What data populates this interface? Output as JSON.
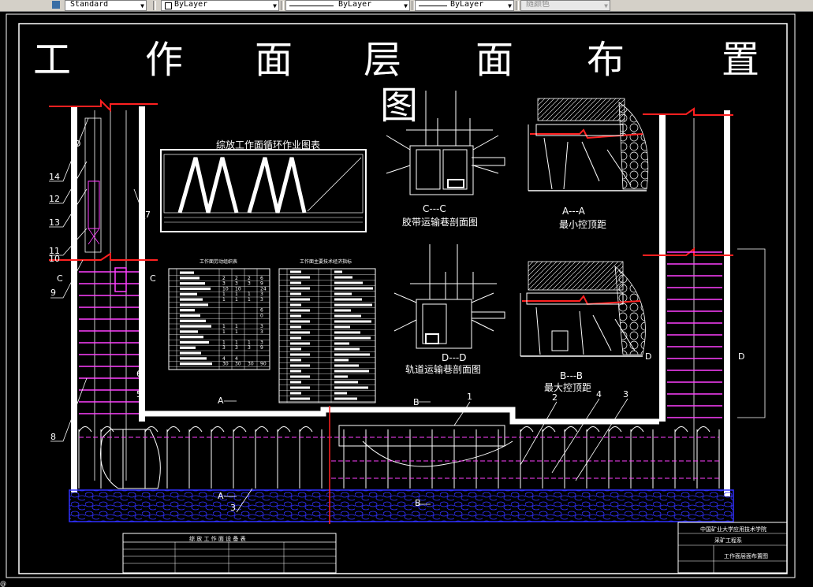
{
  "toolbar": {
    "text_style": "Standard",
    "layer": "ByLayer",
    "linetype": "ByLayer",
    "lineweight": "ByLayer",
    "color": "随颜色"
  },
  "drawing": {
    "title": "工 作 面 层 面 布 置 图",
    "title_chars": [
      "工",
      "作",
      "面",
      "层",
      "面",
      "布",
      "置",
      "图"
    ],
    "cycle_chart_title": "综放工作面循环作业图表",
    "belt_section_label": "C---C",
    "belt_section_name": "胶带运输巷剖面图",
    "rail_section_label": "D---D",
    "rail_section_name": "轨道运输巷剖面图",
    "min_section_label": "A---A",
    "min_section_name": "最小控顶距",
    "max_section_label": "B---B",
    "max_section_name": "最大控顶距",
    "table1_title": "工作面劳动组织表",
    "table2_title": "工作面主要技术经济指标",
    "equipment_table_title": "综 放 工 作 面 设 备 表",
    "title_block": {
      "school": "中国矿业大学应用技术学院",
      "dept": "采矿工程系",
      "drawing_name": "工作面层面布置图"
    },
    "markers": {
      "a": "A",
      "b": "B",
      "c": "C",
      "d": "D",
      "n1": "1",
      "n2": "2",
      "n3": "3",
      "n4": "4",
      "n5": "5",
      "n6": "6",
      "n7": "7",
      "n8": "8",
      "n9": "9",
      "n10": "10",
      "n11": "11",
      "n12": "12",
      "n13": "13",
      "n14": "14"
    },
    "table1_rows": [
      [
        "1",
        "",
        "",
        "",
        "",
        ""
      ],
      [
        "2",
        "",
        "2",
        "2",
        "2",
        "6"
      ],
      [
        "3",
        "",
        "3",
        "3",
        "3",
        "9"
      ],
      [
        "4",
        "",
        "10",
        "10",
        "",
        "24"
      ],
      [
        "5",
        "",
        "1",
        "1",
        "1",
        "3"
      ],
      [
        "6",
        "",
        "1",
        "1",
        "1",
        "3"
      ],
      [
        "7",
        "",
        "",
        "",
        "",
        ""
      ],
      [
        "8",
        "",
        "",
        "",
        "",
        "6"
      ],
      [
        "9",
        "",
        "",
        "",
        "",
        "0"
      ],
      [
        "10",
        "",
        "",
        "",
        "",
        ""
      ],
      [
        "11",
        "",
        "1",
        "1",
        "",
        "3"
      ],
      [
        "12",
        "",
        "1",
        "1",
        "",
        "3"
      ],
      [
        "13",
        "",
        "",
        "",
        "",
        ""
      ],
      [
        "14",
        "",
        "1",
        "1",
        "1",
        "3"
      ],
      [
        "15",
        "",
        "3",
        "3",
        "3",
        "9"
      ],
      [
        "16",
        "",
        "",
        "",
        "",
        ""
      ],
      [
        "17",
        "",
        "4",
        "4",
        "",
        ""
      ],
      [
        "18",
        "",
        "30",
        "30",
        "30",
        "90"
      ]
    ]
  },
  "status": {
    "coordinates": "@"
  },
  "colors": {
    "background": "#000000",
    "line": "#ffffff",
    "accent_red": "#ff2020",
    "accent_magenta": "#ff40ff",
    "accent_blue": "#3030ff"
  }
}
